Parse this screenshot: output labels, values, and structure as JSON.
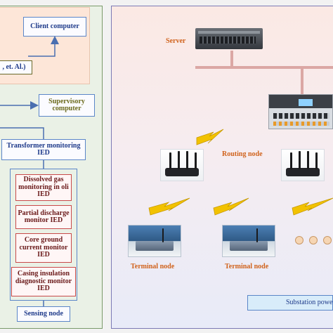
{
  "left": {
    "client_computer": "Client computer",
    "cut_text": ", et. Al.)",
    "supervisory_computer": "Supervisory computer",
    "transformer_ied": "Transformer monitoring IED",
    "sensing": [
      "Dissolved gas monitoring in oli IED",
      "Partial discharge monitor IED",
      "Core ground current monitor IED",
      "Casing insulation diagnostic monitor IED"
    ],
    "sensing_node": "Sensing node"
  },
  "right": {
    "server": "Server",
    "routing_node": "Routing node",
    "terminal_node_1": "Terminal node",
    "terminal_node_2": "Terminal node",
    "substation": "Substation powe"
  },
  "colors": {
    "blue_border": "#5b86c8",
    "red_border": "#c84a4a",
    "orange_label": "#d0621b",
    "lightning": "#f2c200"
  }
}
